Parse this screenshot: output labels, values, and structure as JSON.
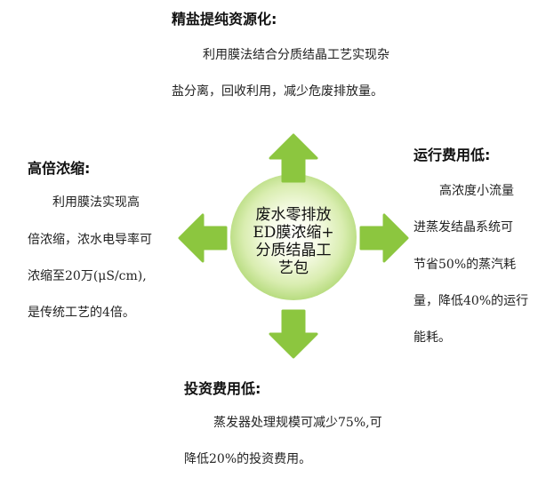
{
  "center": {
    "lines": [
      "废水零排放",
      "ED膜浓缩+",
      "分质结晶工",
      "艺包"
    ]
  },
  "top": {
    "title": "精盐提纯资源化:",
    "lines": [
      "利用膜法结合分质结晶工艺实现杂",
      "盐分离，回收利用，减少危废排放量。"
    ]
  },
  "left": {
    "title": "高倍浓缩:",
    "lines": [
      "利用膜法实现高",
      "倍浓缩，浓水电导率可",
      "浓缩至20万(μS/cm),",
      "是传统工艺的4倍。"
    ]
  },
  "right": {
    "title": "运行费用低:",
    "lines": [
      "高浓度小流量",
      "进蒸发结晶系统可",
      "节省50%的蒸汽耗",
      "量，降低40%的运行",
      "能耗。"
    ]
  },
  "bottom": {
    "title": "投资费用低:",
    "lines": [
      "蒸发器处理规模可减少75%,可",
      "降低20%的投资费用。"
    ]
  },
  "colors": {
    "arrow": "#8cc63f",
    "circle_edge": "#8cc34a"
  },
  "icons": [
    "arrow-up-icon",
    "arrow-down-icon",
    "arrow-left-icon",
    "arrow-right-icon"
  ]
}
